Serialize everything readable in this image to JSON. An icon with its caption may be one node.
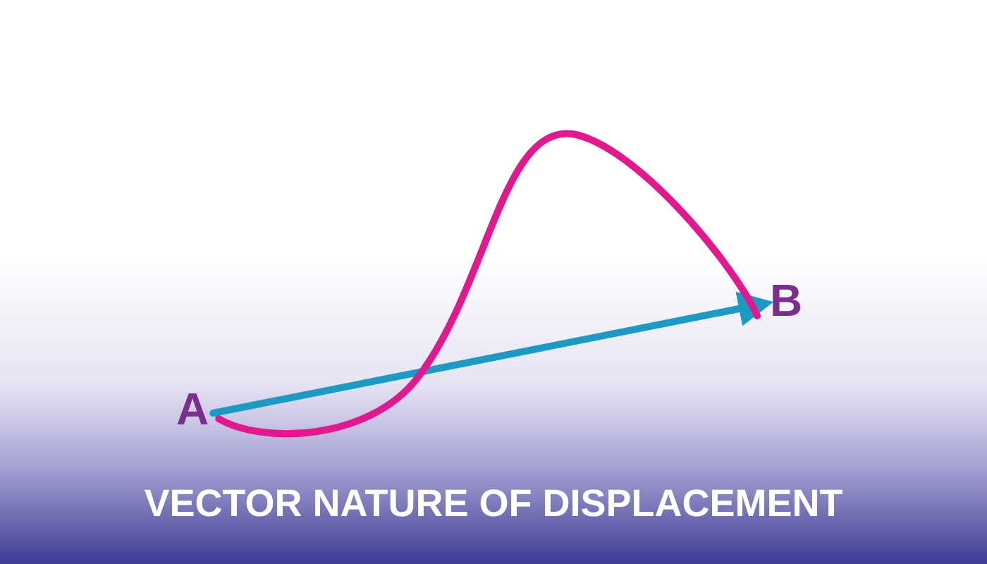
{
  "diagram": {
    "title": "VECTOR NATURE OF DISPLACEMENT",
    "nodes": [
      {
        "text": [
          "A"
        ]
      },
      {
        "text": [
          "B"
        ]
      }
    ],
    "edges": [
      {
        "from": 0,
        "to": 1,
        "arrow": "to",
        "color": "#1b9ac4"
      },
      {
        "from": 0,
        "to": 1,
        "arrow": "none",
        "color": "#e2188f"
      }
    ]
  }
}
